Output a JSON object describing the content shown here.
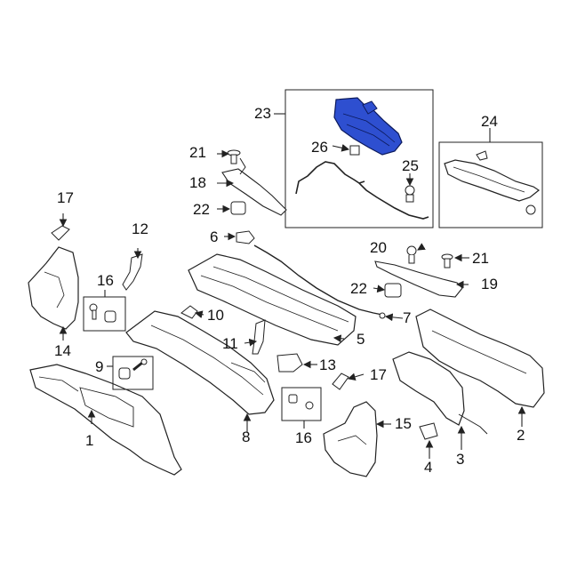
{
  "diagram": {
    "highlight_color": "#2E4FD0",
    "line_color": "#222222",
    "callouts": [
      {
        "id": "c1",
        "label": "1"
      },
      {
        "id": "c2",
        "label": "2"
      },
      {
        "id": "c3",
        "label": "3"
      },
      {
        "id": "c4",
        "label": "4"
      },
      {
        "id": "c5",
        "label": "5"
      },
      {
        "id": "c6",
        "label": "6"
      },
      {
        "id": "c7",
        "label": "7"
      },
      {
        "id": "c8",
        "label": "8"
      },
      {
        "id": "c9",
        "label": "9"
      },
      {
        "id": "c10",
        "label": "10"
      },
      {
        "id": "c11",
        "label": "11"
      },
      {
        "id": "c12",
        "label": "12"
      },
      {
        "id": "c13",
        "label": "13"
      },
      {
        "id": "c14",
        "label": "14"
      },
      {
        "id": "c15",
        "label": "15"
      },
      {
        "id": "c16a",
        "label": "16"
      },
      {
        "id": "c16b",
        "label": "16"
      },
      {
        "id": "c17a",
        "label": "17"
      },
      {
        "id": "c17b",
        "label": "17"
      },
      {
        "id": "c18",
        "label": "18"
      },
      {
        "id": "c19",
        "label": "19"
      },
      {
        "id": "c20",
        "label": "20"
      },
      {
        "id": "c21a",
        "label": "21"
      },
      {
        "id": "c21b",
        "label": "21"
      },
      {
        "id": "c22a",
        "label": "22"
      },
      {
        "id": "c22b",
        "label": "22"
      },
      {
        "id": "c23",
        "label": "23"
      },
      {
        "id": "c24",
        "label": "24"
      },
      {
        "id": "c25",
        "label": "25"
      },
      {
        "id": "c26",
        "label": "26"
      }
    ]
  }
}
